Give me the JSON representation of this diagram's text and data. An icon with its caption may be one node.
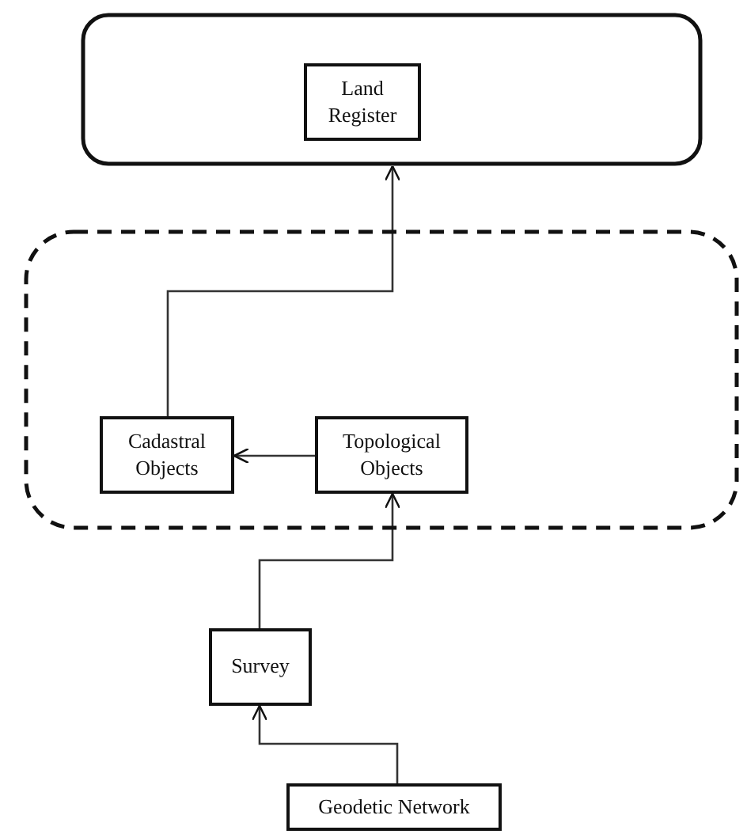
{
  "diagram": {
    "nodes": [
      {
        "text": [],
        "shape": "box"
      },
      {
        "text": [
          "Land Register"
        ],
        "in": 0
      },
      {
        "text": [],
        "shape": "box"
      },
      {
        "text": [
          "Cadastral Objects"
        ],
        "in": 2
      },
      {
        "text": [
          "Topological Objects"
        ],
        "in": 2
      },
      {
        "text": [
          "Survey"
        ]
      },
      {
        "text": [
          "Geodetic Network"
        ]
      }
    ],
    "edges": [
      {
        "from": 3,
        "to": 0,
        "arrow": "to"
      },
      {
        "from": 4,
        "to": 3,
        "arrow": "to"
      },
      {
        "from": 5,
        "to": 4,
        "arrow": "to"
      },
      {
        "from": 6,
        "to": 5,
        "arrow": "to"
      }
    ]
  }
}
